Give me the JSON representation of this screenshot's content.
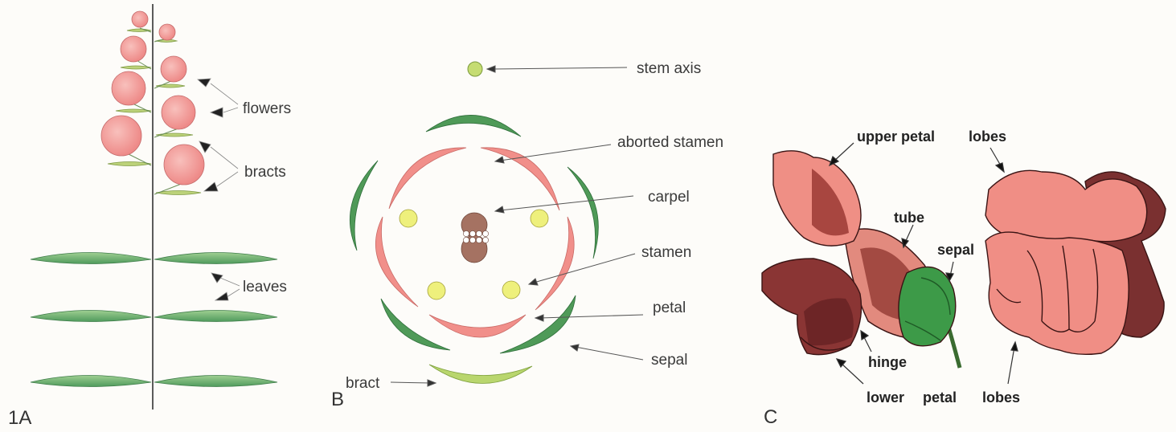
{
  "panels": {
    "a": "1A",
    "b": "B",
    "c": "C"
  },
  "panel_a": {
    "flowers": "flowers",
    "bracts": "bracts",
    "leaves": "leaves"
  },
  "panel_b": {
    "stem_axis": "stem axis",
    "aborted_stamen": "aborted stamen",
    "carpel": "carpel",
    "stamen": "stamen",
    "petal": "petal",
    "sepal": "sepal",
    "bract": "bract"
  },
  "panel_c": {
    "upper_petal_lobes_1": "upper petal",
    "upper_petal_lobes_2": "lobes",
    "tube": "tube",
    "sepal": "sepal",
    "hinge": "hinge",
    "lower_petal_lobes_1": "lower",
    "lower_petal_lobes_2": "petal",
    "lower_petal_lobes_3": "lobes"
  },
  "colors": {
    "petal": "#f08a86",
    "flower_bud": "#f2a0a0",
    "leaf": "#5fa86a",
    "bract": "#b8cf6a",
    "stamen": "#eef07a",
    "carpel": "#a57262",
    "flower_dark": "#7a3030",
    "sepal": "#3f9a48"
  }
}
